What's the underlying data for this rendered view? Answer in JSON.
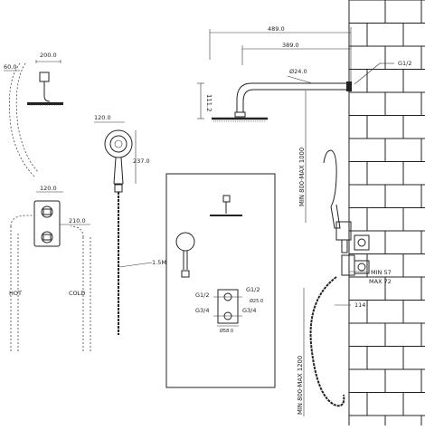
{
  "colors": {
    "line": "#222222",
    "background": "#ffffff",
    "brick_fill": "#ffffff"
  },
  "head_detail": {
    "width": "200.0",
    "offset": "60.0"
  },
  "handshower": {
    "width": "120.0",
    "height": "237.0"
  },
  "valve": {
    "width": "120.0",
    "depth": "210.0"
  },
  "hose_length": "1.5M",
  "supply": {
    "hot": "HOT",
    "cold": "COLD"
  },
  "arm": {
    "projection_total": "489.0",
    "projection_arm": "389.0",
    "diameter": "Ø24.0",
    "drop": "111.2",
    "thread": "G1/2"
  },
  "mount": {
    "head_height": "MIN 800-MAX 1000",
    "valve_height": "MIN 800-MAX 1200",
    "wall_min": "MIN 57",
    "wall_max": "MAX 72",
    "outlet_offset": "114"
  },
  "inset": {
    "thread_top_left": "G1/2",
    "thread_top_right": "G1/2",
    "thread_bottom_left": "G3/4",
    "thread_bottom_right": "G3/4",
    "spacing": "Ø25.0",
    "diameter_bottom": "Ø58.0"
  }
}
